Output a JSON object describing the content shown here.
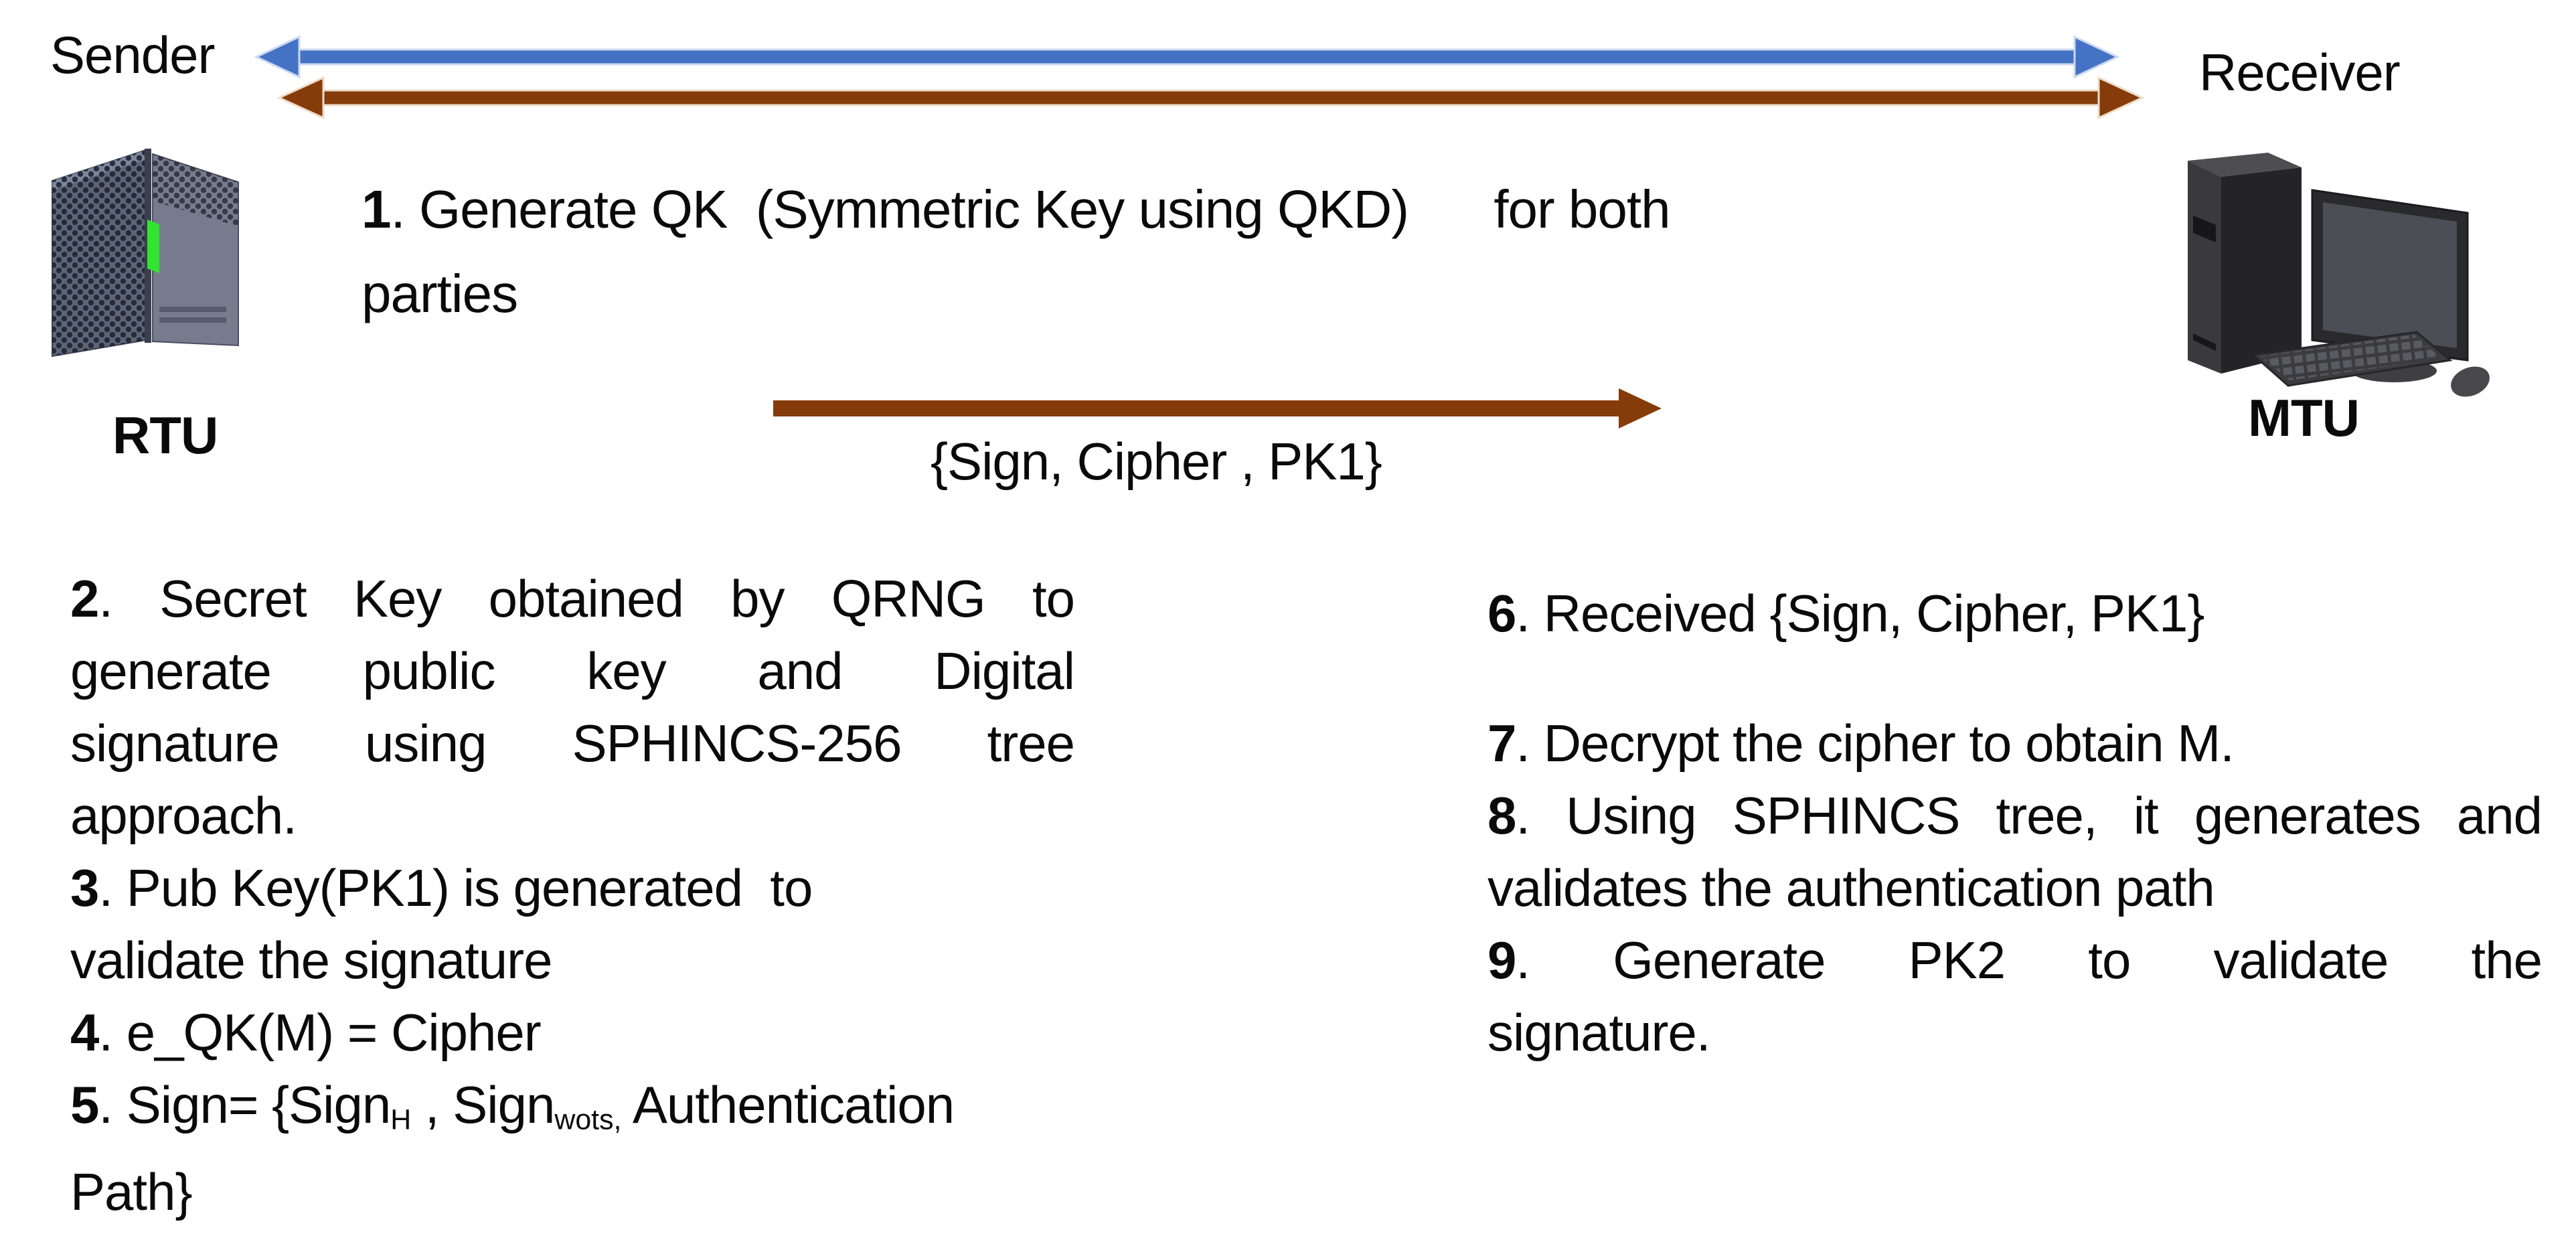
{
  "labels": {
    "sender": "Sender",
    "receiver": "Receiver",
    "rtu": "RTU",
    "mtu": "MTU"
  },
  "message_arrow_label": "{Sign, Cipher , PK1}",
  "step1": {
    "lines": [
      {
        "justify": false,
        "segs": [
          {
            "t": "1",
            "b": true
          },
          {
            "t": ". Generate QK  (Symmetric Key using QKD)      for both"
          }
        ]
      },
      {
        "justify": false,
        "segs": [
          {
            "t": "parties"
          }
        ]
      }
    ]
  },
  "left_column": {
    "lines": [
      {
        "justify": true,
        "segs": [
          {
            "t": "2",
            "b": true
          },
          {
            "t": ". Secret Key obtained by QRNG to"
          }
        ]
      },
      {
        "justify": true,
        "segs": [
          {
            "t": "generate public key and Digital"
          }
        ]
      },
      {
        "justify": true,
        "segs": [
          {
            "t": "signature using SPHINCS-256 tree"
          }
        ]
      },
      {
        "justify": false,
        "segs": [
          {
            "t": "approach."
          }
        ]
      },
      {
        "justify": false,
        "segs": [
          {
            "t": "3",
            "b": true
          },
          {
            "t": ". Pub Key(PK1) is generated  to"
          }
        ]
      },
      {
        "justify": false,
        "segs": [
          {
            "t": "validate the signature"
          }
        ]
      },
      {
        "justify": false,
        "segs": [
          {
            "t": "4",
            "b": true
          },
          {
            "t": ". e_QK(M) = Cipher"
          }
        ]
      },
      {
        "justify": false,
        "segs": [
          {
            "t": "5",
            "b": true
          },
          {
            "t": ". Sign= {Sign"
          },
          {
            "t": "H",
            "sub": true
          },
          {
            "t": " , Sign"
          },
          {
            "t": "wots,",
            "sub": true
          },
          {
            "t": " Authentication"
          }
        ]
      },
      {
        "justify": false,
        "segs": [
          {
            "t": "Path}"
          }
        ]
      }
    ]
  },
  "right_column": {
    "lines": [
      {
        "justify": false,
        "segs": [
          {
            "t": "6",
            "b": true
          },
          {
            "t": ". Received {Sign, Cipher, PK1}"
          }
        ]
      },
      {
        "spacer": true
      },
      {
        "justify": false,
        "segs": [
          {
            "t": "7",
            "b": true
          },
          {
            "t": ". Decrypt the cipher to obtain M."
          }
        ]
      },
      {
        "justify": true,
        "segs": [
          {
            "t": "8",
            "b": true
          },
          {
            "t": ". Using SPHINCS tree, it generates and"
          }
        ]
      },
      {
        "justify": false,
        "segs": [
          {
            "t": "validates the authentication path"
          }
        ]
      },
      {
        "justify": true,
        "segs": [
          {
            "t": "9",
            "b": true
          },
          {
            "t": ". Generate PK2 to validate the"
          }
        ]
      },
      {
        "justify": false,
        "segs": [
          {
            "t": "signature."
          }
        ]
      }
    ]
  },
  "colors": {
    "arrow_blue": "#4472C4",
    "arrow_brown": "#853C0A",
    "led_green": "#2FE52F",
    "text": "#0A0A0A"
  }
}
